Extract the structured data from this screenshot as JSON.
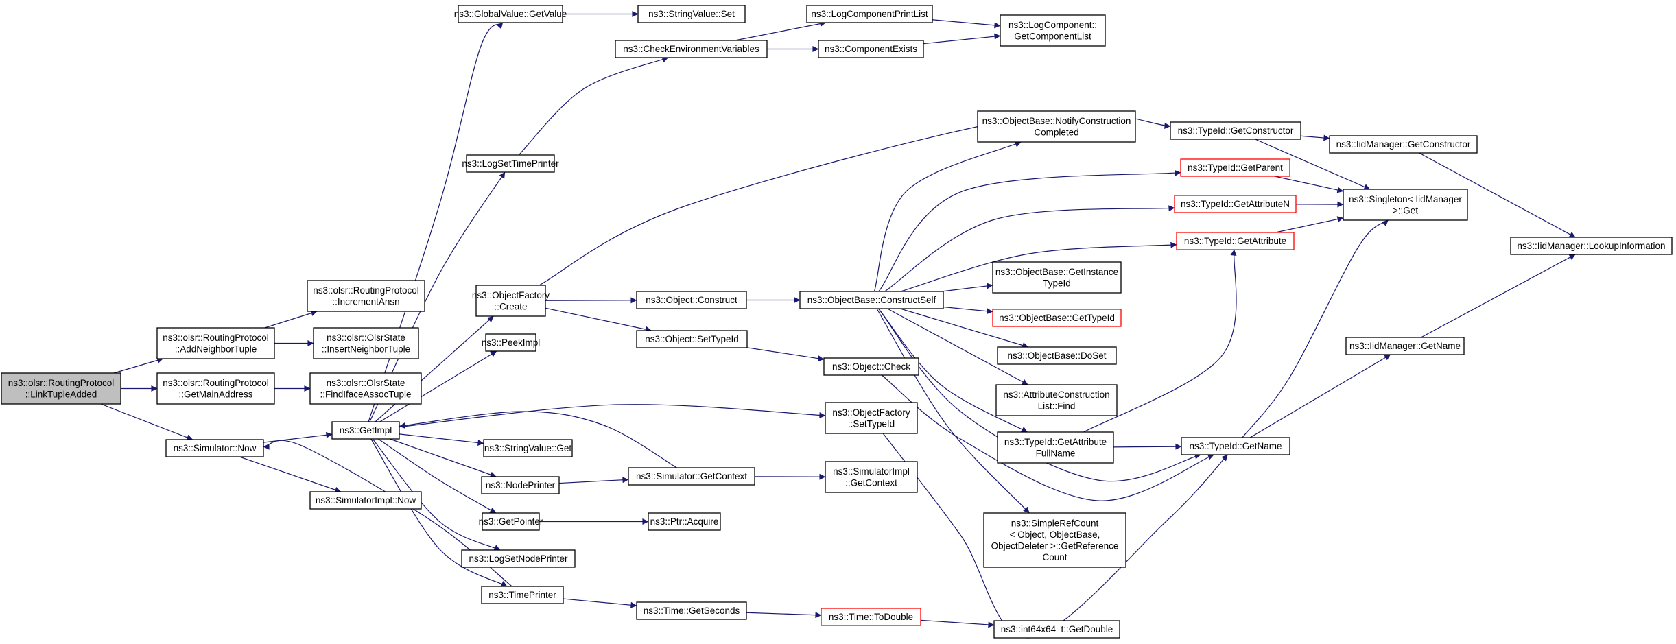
{
  "graph": {
    "colors": {
      "edge": "#191970",
      "box_border": "#000000",
      "highlight_border": "#ff0000",
      "root_fill": "#bfbfbf",
      "node_fill": "#ffffff"
    },
    "nodes": [
      {
        "id": "root",
        "lines": [
          "ns3::olsr::RoutingProtocol",
          "::LinkTupleAdded"
        ],
        "style": "root"
      },
      {
        "id": "addNeighbor",
        "lines": [
          "ns3::olsr::RoutingProtocol",
          "::AddNeighborTuple"
        ]
      },
      {
        "id": "getMainAddress",
        "lines": [
          "ns3::olsr::RoutingProtocol",
          "::GetMainAddress"
        ]
      },
      {
        "id": "simNow",
        "lines": [
          "ns3::Simulator::Now"
        ]
      },
      {
        "id": "incAnsn",
        "lines": [
          "ns3::olsr::RoutingProtocol",
          "::IncrementAnsn"
        ]
      },
      {
        "id": "insertNeighbor",
        "lines": [
          "ns3::olsr::OlsrState",
          "::InsertNeighborTuple"
        ]
      },
      {
        "id": "findIface",
        "lines": [
          "ns3::olsr::OlsrState",
          "::FindIfaceAssocTuple"
        ]
      },
      {
        "id": "simImplNow",
        "lines": [
          "ns3::SimulatorImpl::Now"
        ]
      },
      {
        "id": "getImpl",
        "lines": [
          "ns3::GetImpl"
        ]
      },
      {
        "id": "gvGetValue",
        "lines": [
          "ns3::GlobalValue::GetValue"
        ]
      },
      {
        "id": "logSetTimePrinter",
        "lines": [
          "ns3::LogSetTimePrinter"
        ]
      },
      {
        "id": "objFactoryCreate",
        "lines": [
          "ns3::ObjectFactory",
          "::Create"
        ]
      },
      {
        "id": "peekImpl",
        "lines": [
          "ns3::PeekImpl"
        ]
      },
      {
        "id": "svGet",
        "lines": [
          "ns3::StringValue::Get"
        ]
      },
      {
        "id": "nodePrinter",
        "lines": [
          "ns3::NodePrinter"
        ]
      },
      {
        "id": "getPointer",
        "lines": [
          "ns3::GetPointer"
        ]
      },
      {
        "id": "logSetNodePrinter",
        "lines": [
          "ns3::LogSetNodePrinter"
        ]
      },
      {
        "id": "timePrinter",
        "lines": [
          "ns3::TimePrinter"
        ]
      },
      {
        "id": "svSet",
        "lines": [
          "ns3::StringValue::Set"
        ]
      },
      {
        "id": "checkEnv",
        "lines": [
          "ns3::CheckEnvironmentVariables"
        ]
      },
      {
        "id": "objConstruct",
        "lines": [
          "ns3::Object::Construct"
        ]
      },
      {
        "id": "objSetTypeId",
        "lines": [
          "ns3::Object::SetTypeId"
        ]
      },
      {
        "id": "simGetContext",
        "lines": [
          "ns3::Simulator::GetContext"
        ]
      },
      {
        "id": "ptrAcquire",
        "lines": [
          "ns3::Ptr::Acquire"
        ]
      },
      {
        "id": "timeGetSeconds",
        "lines": [
          "ns3::Time::GetSeconds"
        ]
      },
      {
        "id": "logCompPrintList",
        "lines": [
          "ns3::LogComponentPrintList"
        ]
      },
      {
        "id": "compExists",
        "lines": [
          "ns3::ComponentExists"
        ]
      },
      {
        "id": "obConstructSelf",
        "lines": [
          "ns3::ObjectBase::ConstructSelf"
        ]
      },
      {
        "id": "objCheck",
        "lines": [
          "ns3::Object::Check"
        ]
      },
      {
        "id": "ofSetTypeId",
        "lines": [
          "ns3::ObjectFactory",
          "::SetTypeId"
        ]
      },
      {
        "id": "simImplGetContext",
        "lines": [
          "ns3::SimulatorImpl",
          "::GetContext"
        ]
      },
      {
        "id": "timeToDouble",
        "lines": [
          "ns3::Time::ToDouble"
        ],
        "style": "highlight"
      },
      {
        "id": "logCompGetList",
        "lines": [
          "ns3::LogComponent::",
          "GetComponentList"
        ]
      },
      {
        "id": "obNotify",
        "lines": [
          "ns3::ObjectBase::NotifyConstruction",
          "Completed"
        ]
      },
      {
        "id": "obGetInstance",
        "lines": [
          "ns3::ObjectBase::GetInstance",
          "TypeId"
        ]
      },
      {
        "id": "obGetTypeId",
        "lines": [
          "ns3::ObjectBase::GetTypeId"
        ],
        "style": "highlight"
      },
      {
        "id": "obDoSet",
        "lines": [
          "ns3::ObjectBase::DoSet"
        ]
      },
      {
        "id": "attrConstrFind",
        "lines": [
          "ns3::AttributeConstruction",
          "List::Find"
        ]
      },
      {
        "id": "tidGetAttrFullName",
        "lines": [
          "ns3::TypeId::GetAttribute",
          "FullName"
        ]
      },
      {
        "id": "simpleRefCount",
        "lines": [
          "ns3::SimpleRefCount",
          "< Object, ObjectBase,",
          "ObjectDeleter >::GetReference",
          "Count"
        ]
      },
      {
        "id": "int64GetDouble",
        "lines": [
          "ns3::int64x64_t::GetDouble"
        ]
      },
      {
        "id": "tidGetConstructor",
        "lines": [
          "ns3::TypeId::GetConstructor"
        ]
      },
      {
        "id": "tidGetParent",
        "lines": [
          "ns3::TypeId::GetParent"
        ],
        "style": "highlight"
      },
      {
        "id": "tidGetAttrN",
        "lines": [
          "ns3::TypeId::GetAttributeN"
        ],
        "style": "highlight"
      },
      {
        "id": "tidGetAttr",
        "lines": [
          "ns3::TypeId::GetAttribute"
        ],
        "style": "highlight"
      },
      {
        "id": "tidGetName",
        "lines": [
          "ns3::TypeId::GetName"
        ]
      },
      {
        "id": "iidGetConstructor",
        "lines": [
          "ns3::IidManager::GetConstructor"
        ]
      },
      {
        "id": "singletonGet",
        "lines": [
          "ns3::Singleton< IidManager",
          ">::Get"
        ]
      },
      {
        "id": "iidGetName",
        "lines": [
          "ns3::IidManager::GetName"
        ]
      },
      {
        "id": "iidLookup",
        "lines": [
          "ns3::IidManager::LookupInformation"
        ]
      }
    ]
  }
}
